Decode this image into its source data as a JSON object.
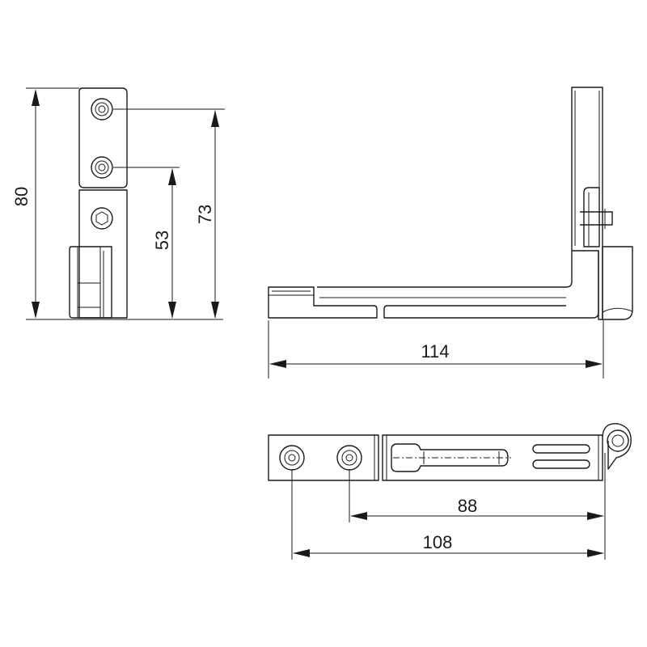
{
  "dimensions": {
    "side_height_total": "80",
    "side_height_upper_hole": "73",
    "side_height_lower_hole": "53",
    "front_width": "114",
    "top_hole_to_pivot": "88",
    "top_overall": "108"
  }
}
